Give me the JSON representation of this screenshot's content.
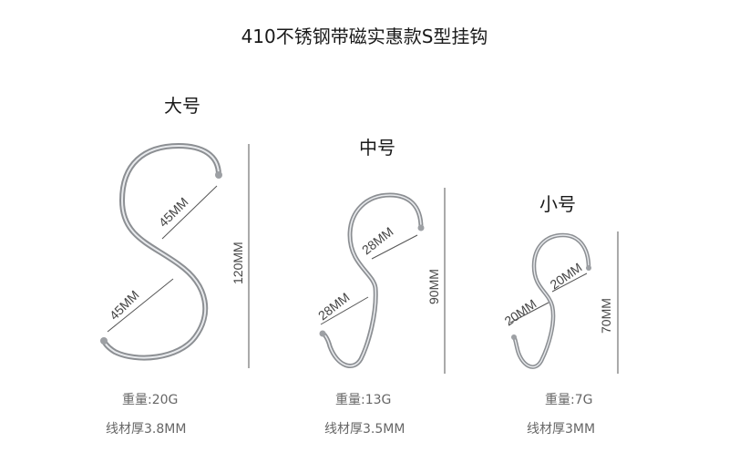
{
  "title": "410不锈钢带磁实惠款S型挂钩",
  "hooks": {
    "large": {
      "label": "大号",
      "width_dim": "45MM",
      "width_dim_2": "45MM",
      "height_dim": "120MM",
      "weight": "重量:20G",
      "wire": "线材厚3.8MM"
    },
    "medium": {
      "label": "中号",
      "width_dim": "28MM",
      "width_dim_2": "28MM",
      "height_dim": "90MM",
      "weight": "重量:13G",
      "wire": "线材厚3.5MM"
    },
    "small": {
      "label": "小号",
      "width_dim": "20MM",
      "width_dim_2": "20MM",
      "height_dim": "70MM",
      "weight": "重量:7G",
      "wire": "线材厚3MM"
    }
  },
  "colors": {
    "steel_dark": "#8a8d91",
    "steel_light": "#e9ebee",
    "dim_line": "#555555"
  }
}
